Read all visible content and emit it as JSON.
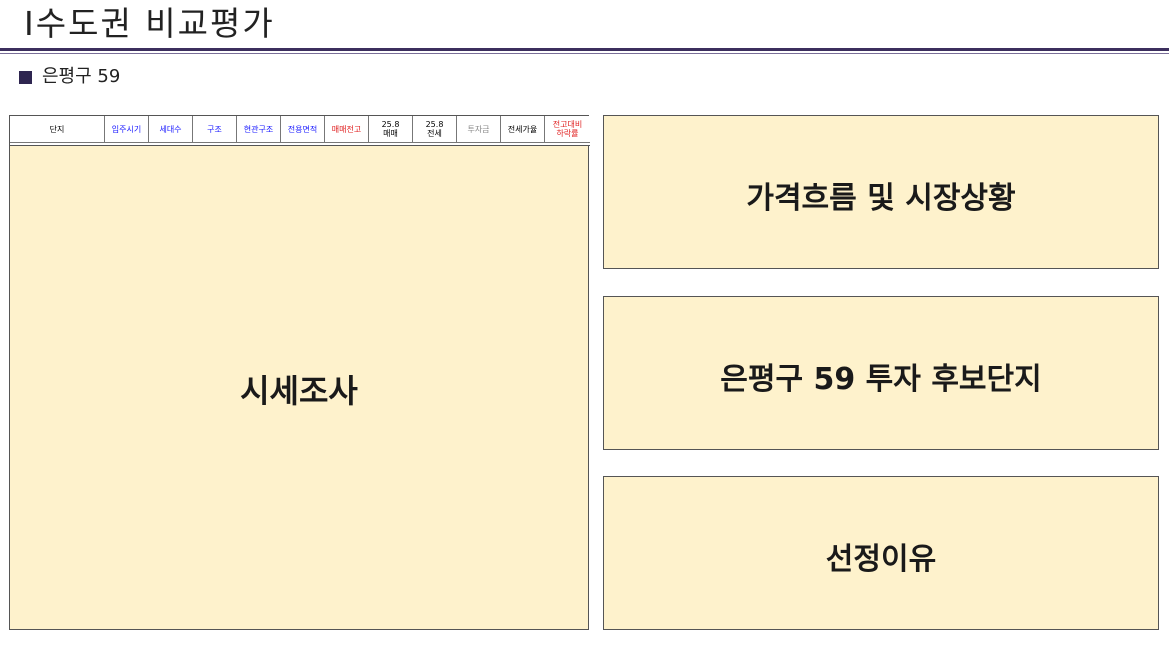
{
  "header": {
    "title": "Ⅰ수도권 비교평가",
    "section": "은평구 59"
  },
  "table": {
    "columns": [
      {
        "label": "단지",
        "color": "#000000"
      },
      {
        "label": "입주시기",
        "color": "#1a1aff"
      },
      {
        "label": "세대수",
        "color": "#1a1aff"
      },
      {
        "label": "구조",
        "color": "#1a1aff"
      },
      {
        "label": "현관구조",
        "color": "#1a1aff"
      },
      {
        "label": "전용면적",
        "color": "#1a1aff"
      },
      {
        "label": "매매전고",
        "color": "#e02020"
      },
      {
        "label": "25.8\n매매",
        "color": "#000000"
      },
      {
        "label": "25.8\n전세",
        "color": "#000000"
      },
      {
        "label": "투자금",
        "color": "#888888"
      },
      {
        "label": "전세가율",
        "color": "#000000"
      },
      {
        "label": "전고대비\n하락률",
        "color": "#e02020"
      }
    ]
  },
  "panels": {
    "market_survey": "시세조사",
    "price_flow": "가격흐름 및 시장상황",
    "candidates": "은평구 59 투자 후보단지",
    "reasons": "선정이유"
  }
}
